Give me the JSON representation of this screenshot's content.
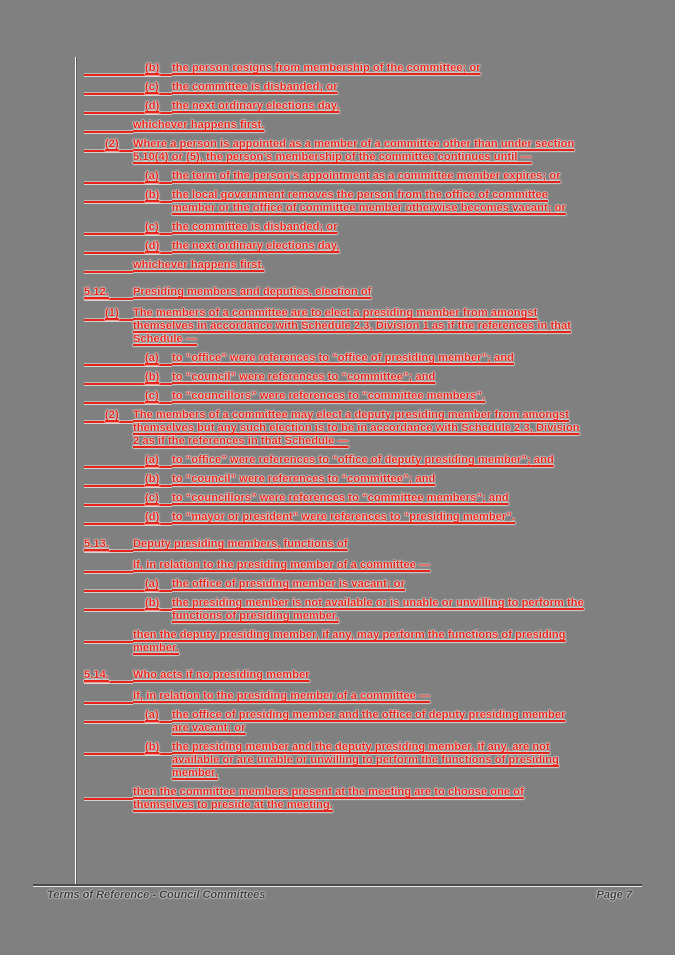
{
  "theme": {
    "background": "#808080",
    "text_color": "#e6251a",
    "halo_color": "#ffffff",
    "footer_text_color": "#3c3c3c",
    "footer_rule_color": "#4a4a4a"
  },
  "document": {
    "blocks": [
      {
        "type": "item2",
        "marker": "(b)",
        "text": "the person resigns from membership of the committee; or"
      },
      {
        "type": "item2",
        "marker": "(c)",
        "text": "the committee is disbanded; or"
      },
      {
        "type": "item2",
        "marker": "(d)",
        "text": "the next ordinary elections day,"
      },
      {
        "type": "plain",
        "text": "whichever happens first."
      },
      {
        "type": "item1",
        "marker": "(2)",
        "text": "Where a person is appointed as a member of a committee other than under section 5.10(4) or (5), the person’s membership of the committee continues until —"
      },
      {
        "type": "item2",
        "marker": "(a)",
        "text": "the term of the person’s appointment as a committee member expires; or"
      },
      {
        "type": "item2",
        "marker": "(b)",
        "text": "the local government removes the person from the office of committee member or the office of committee member otherwise becomes vacant; or"
      },
      {
        "type": "item2",
        "marker": "(c)",
        "text": "the committee is disbanded; or"
      },
      {
        "type": "item2",
        "marker": "(d)",
        "text": "the next ordinary elections day,"
      },
      {
        "type": "plain",
        "text": "whichever happens first."
      },
      {
        "type": "heading",
        "num": "5.12.",
        "text": "Presiding members and deputies, election of"
      },
      {
        "type": "item1",
        "marker": "(1)",
        "text": "The members of a committee are to elect a presiding member from amongst themselves in accordance with Schedule 2.3, Division 1 as if the references in that Schedule —"
      },
      {
        "type": "item2",
        "marker": "(a)",
        "text": "to “office” were references to “office of presiding member”; and"
      },
      {
        "type": "item2",
        "marker": "(b)",
        "text": "to “council” were references to “committee”; and"
      },
      {
        "type": "item2",
        "marker": "(c)",
        "text": "to “councillors” were references to “committee members”."
      },
      {
        "type": "item1",
        "marker": "(2)",
        "text": "The members of a committee may elect a deputy presiding member from amongst themselves but any such election is to be in accordance with Schedule 2.3, Division 2 as if the references in that Schedule —"
      },
      {
        "type": "item2",
        "marker": "(a)",
        "text": "to “office” were references to “office of deputy presiding member”; and"
      },
      {
        "type": "item2",
        "marker": "(b)",
        "text": "to “council” were references to “committee”; and"
      },
      {
        "type": "item2",
        "marker": "(c)",
        "text": "to “councillors” were references to “committee members”; and"
      },
      {
        "type": "item2",
        "marker": "(d)",
        "text": "to “mayor or president” were references to “presiding member”."
      },
      {
        "type": "heading",
        "num": "5.13.",
        "text": "Deputy presiding members, functions of"
      },
      {
        "type": "plain",
        "text": "If, in relation to the presiding member of a committee —"
      },
      {
        "type": "item2",
        "marker": "(a)",
        "text": "the office of presiding member is vacant; or"
      },
      {
        "type": "item2",
        "marker": "(b)",
        "text": "the presiding member is not available or is unable or unwilling to perform the functions of presiding member,"
      },
      {
        "type": "plain",
        "text": "then the deputy presiding member, if any, may perform the functions of presiding member."
      },
      {
        "type": "heading",
        "num": "5.14.",
        "text": "Who acts if no presiding member"
      },
      {
        "type": "plain",
        "text": "If, in relation to the presiding member of a committee —"
      },
      {
        "type": "item2",
        "marker": "(a)",
        "text": "the office of presiding member and the office of deputy presiding member are vacant; or"
      },
      {
        "type": "item2",
        "marker": "(b)",
        "text": "the presiding member and the deputy presiding member, if any, are not available or are unable or unwilling to perform the functions of presiding member,"
      },
      {
        "type": "plain",
        "text": "then the committee members present at the meeting are to choose one of themselves to preside at the meeting."
      }
    ],
    "footer": {
      "left": "Terms of Reference -  Council Committees",
      "right": "Page 7"
    }
  }
}
